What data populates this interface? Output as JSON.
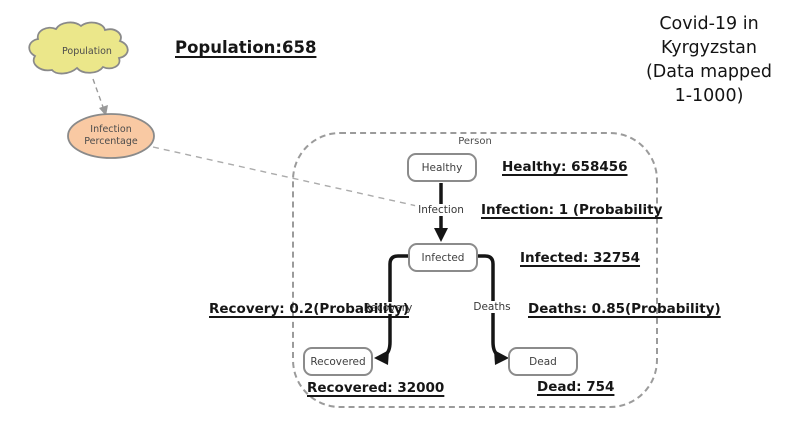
{
  "title": {
    "lines": [
      "Covid-19 in",
      "Kyrgyzstan",
      "(Data mapped",
      "1-1000)"
    ]
  },
  "population": {
    "cloud_label": "Population",
    "value_label": "Population:658"
  },
  "infection_percentage": {
    "label": "Infection Percentage"
  },
  "person_frame": {
    "label": "Person"
  },
  "states": {
    "healthy": {
      "box_label": "Healthy",
      "value_label": "Healthy: 658456"
    },
    "infected": {
      "box_label": "Infected",
      "value_label": "Infected: 32754"
    },
    "recovered": {
      "box_label": "Recovered",
      "value_label": "Recovered: 32000"
    },
    "dead": {
      "box_label": "Dead",
      "value_label": "Dead: 754"
    }
  },
  "transitions": {
    "infection": {
      "label": "Infection",
      "value_label": "Infection: 1 (Probability"
    },
    "recovery": {
      "label": "Recovery",
      "value_label": "Recovery: 0.2(Probability)"
    },
    "deaths": {
      "label": "Deaths",
      "value_label": "Deaths: 0.85(Probability)"
    }
  },
  "colors": {
    "cloud_fill": "#EBE78A",
    "ellipse_fill": "#F9C9A3",
    "shape_border": "#8A8A8A",
    "frame_border": "#9B9B9B",
    "arrow": "#151515",
    "dashed_link": "#A6A6A6"
  }
}
